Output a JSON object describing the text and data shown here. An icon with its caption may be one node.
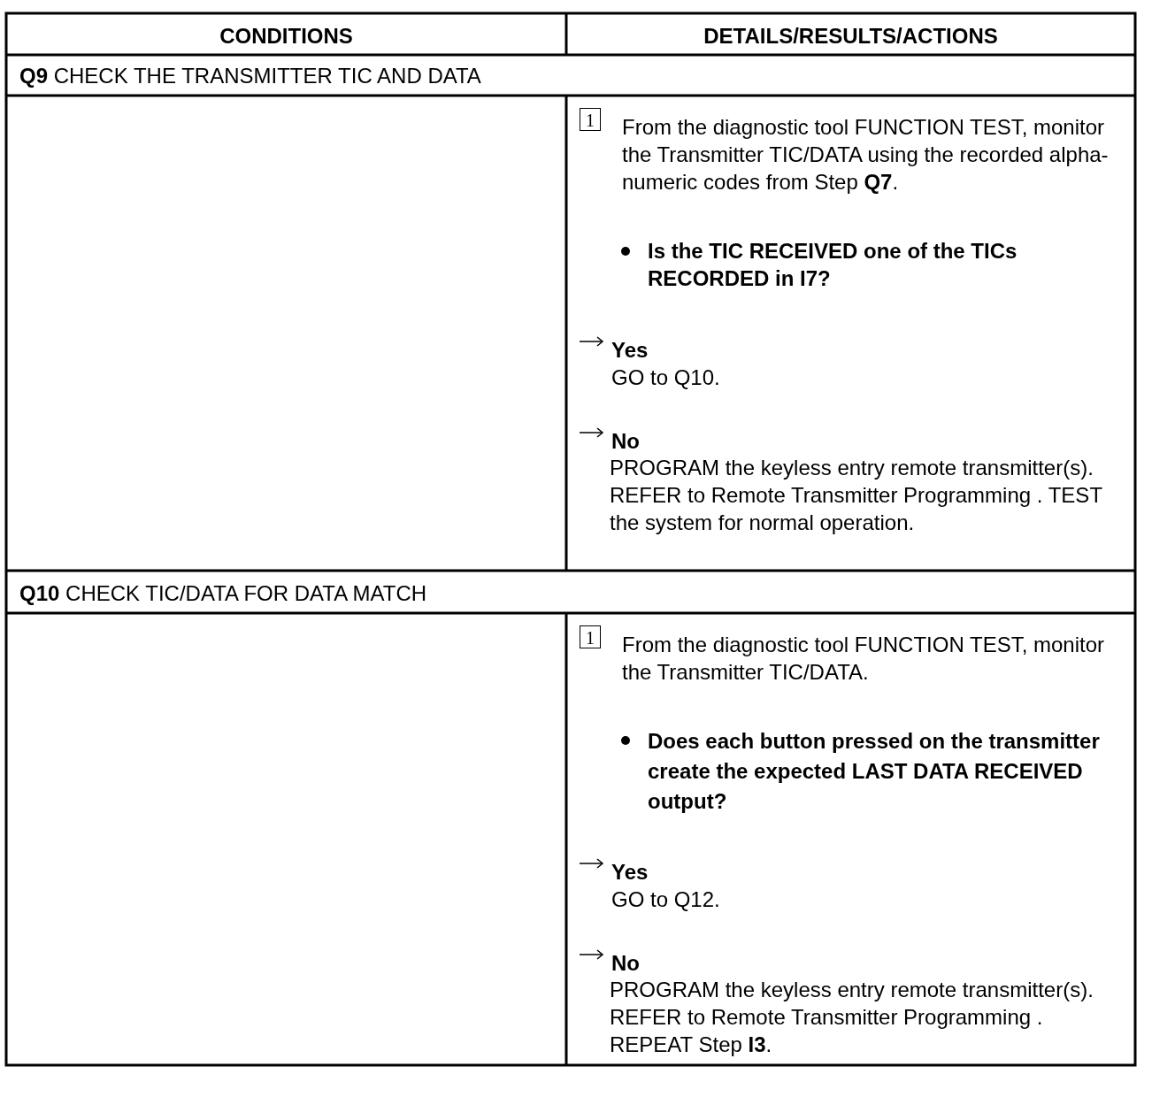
{
  "diagram": {
    "labels": [
      "CONDITIONS",
      "DETAILS/RESULTS/ACTIONS",
      "**Q9** CHECK THE TRANSMITTER TIC AND DATA",
      "1",
      "From the diagnostic tool FUNCTION TEST, monitor the Transmitter TIC/DATA using the recorded alpha-numeric codes from Step **Q7**.",
      "Is the TIC RECEIVED one of the TICs RECORDED in I7?",
      "Yes",
      "GO to Q10.",
      "No",
      "PROGRAM the keyless entry remote transmitter(s). REFER to Remote Transmitter Programming . TEST the system for normal operation.",
      "**Q10** CHECK TIC/DATA FOR DATA MATCH",
      "1",
      "From the diagnostic tool FUNCTION TEST, monitor the Transmitter TIC/DATA.",
      "Does each button pressed on the transmitter create the expected LAST DATA RECEIVED output?",
      "Yes",
      "GO to Q12.",
      "No",
      "PROGRAM the keyless entry remote transmitter(s). REFER to Remote Transmitter Programming . REPEAT Step **I3**."
    ]
  }
}
